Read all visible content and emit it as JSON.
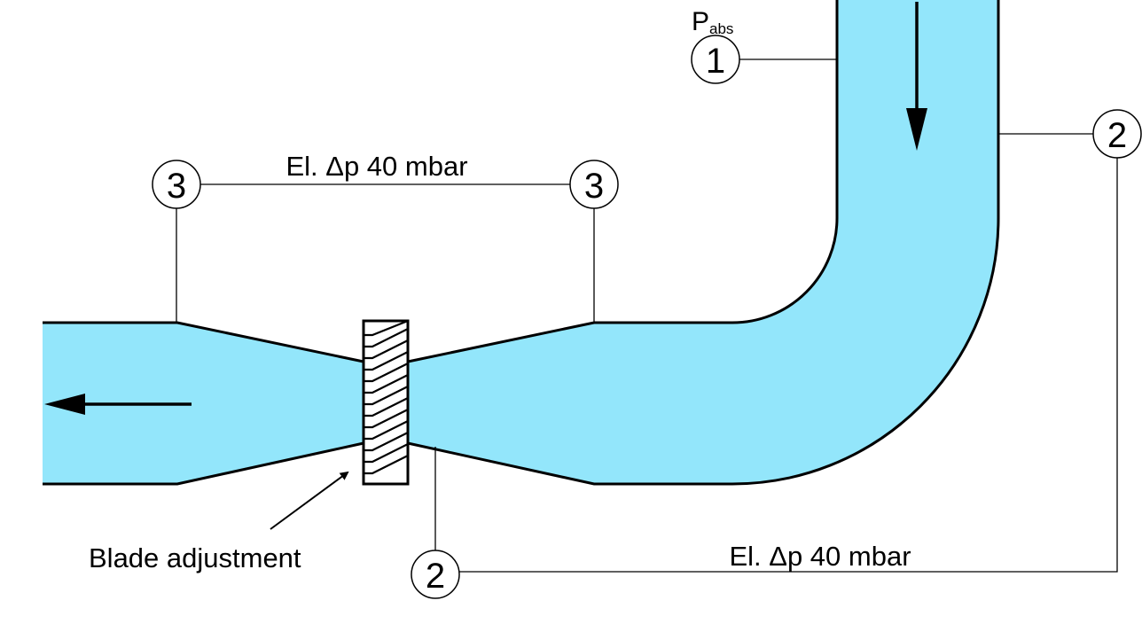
{
  "colors": {
    "fluid": "#93E6FB",
    "line": "#000000"
  },
  "labels": {
    "pabs_main": "P",
    "pabs_sub": "abs",
    "dp_upper": "El. Δp 40 mbar",
    "dp_lower": "El. Δp 40 mbar",
    "blade": "Blade adjustment"
  },
  "points": {
    "p1": "1",
    "p2a": "2",
    "p2b": "2",
    "p3a": "3",
    "p3b": "3"
  }
}
